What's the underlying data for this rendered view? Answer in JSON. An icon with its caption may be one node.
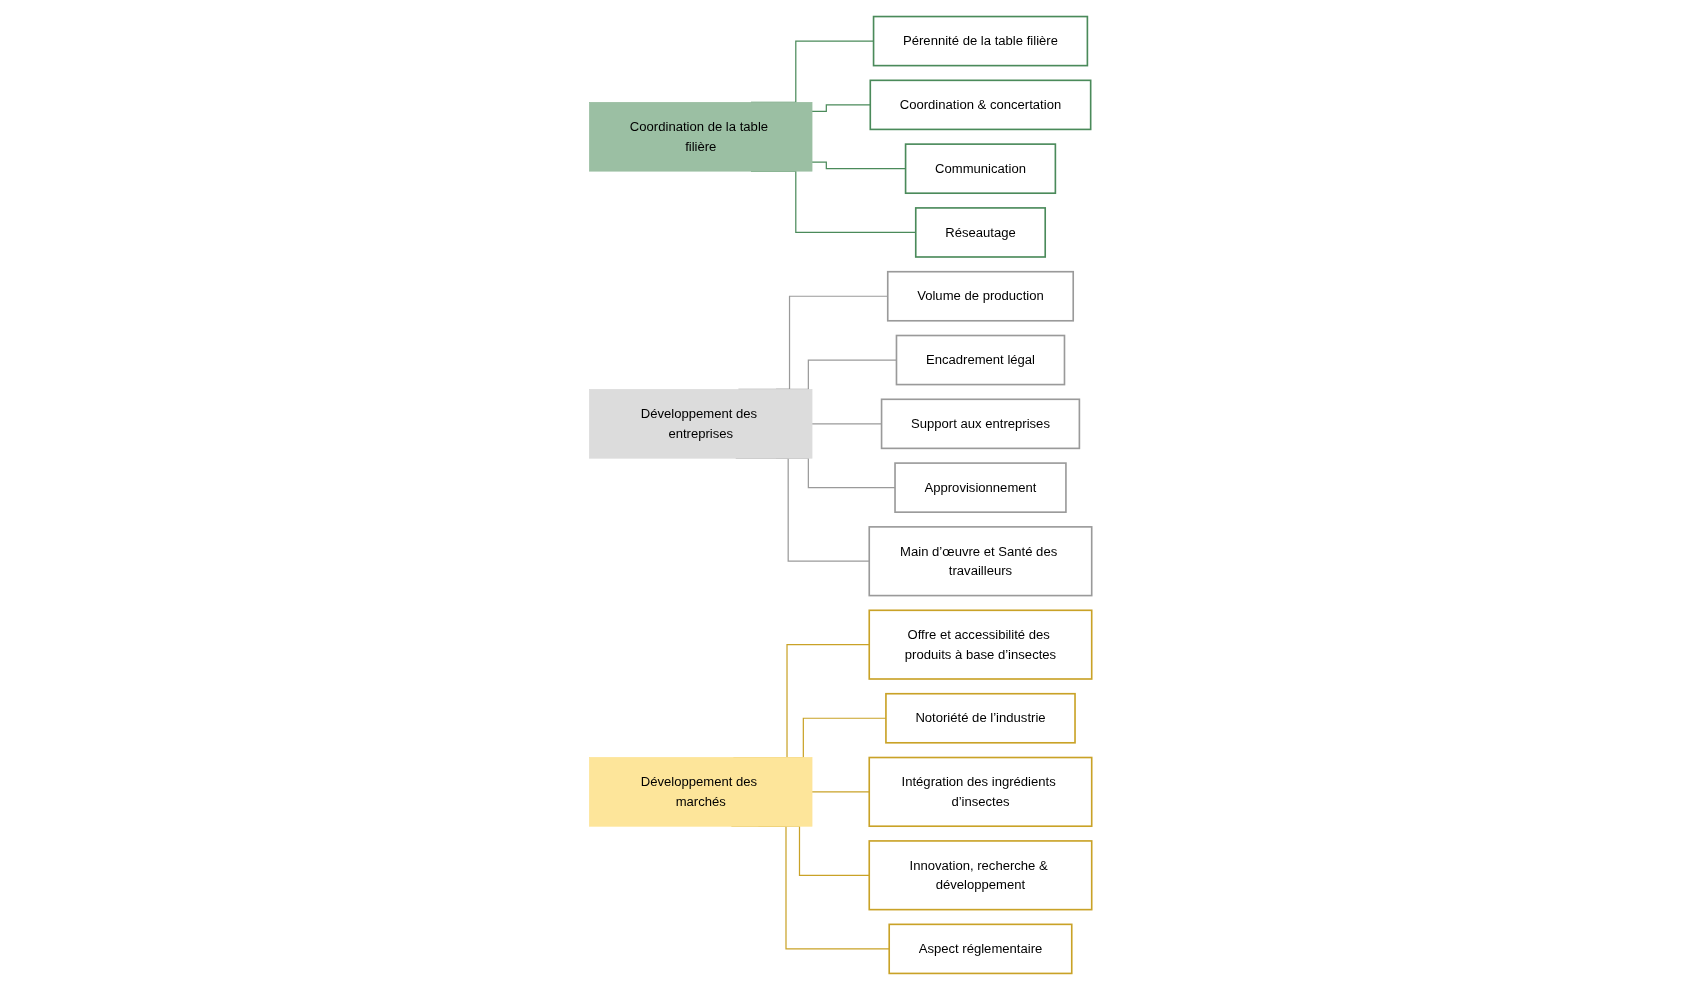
{
  "diagram": {
    "nodes": [
      {
        "text": [
          "Coordination de la table filière"
        ]
      },
      {
        "text": [
          "Pérennité de la table filière"
        ]
      },
      {
        "text": [
          "Coordination & concertation"
        ]
      },
      {
        "text": [
          "Communication"
        ]
      },
      {
        "text": [
          "Réseautage"
        ]
      },
      {
        "text": [
          "Développement des entreprises"
        ]
      },
      {
        "text": [
          "Volume de production"
        ]
      },
      {
        "text": [
          "Encadrement légal"
        ]
      },
      {
        "text": [
          "Support aux entreprises"
        ]
      },
      {
        "text": [
          "Approvisionnement"
        ]
      },
      {
        "text": [
          "Main d’œuvre et Santé des travailleurs"
        ]
      },
      {
        "text": [
          "Développement des marchés"
        ]
      },
      {
        "text": [
          "Offre et accessibilité des produits à base d’insectes"
        ]
      },
      {
        "text": [
          "Notoriété de l’industrie"
        ]
      },
      {
        "text": [
          "Intégration des ingrédients d’insectes"
        ]
      },
      {
        "text": [
          "Innovation, recherche & développement"
        ]
      },
      {
        "text": [
          "Aspect réglementaire"
        ]
      }
    ],
    "edges": [
      {
        "from": 0,
        "to": 1,
        "arrow": "none",
        "color": "#4a8a5a"
      },
      {
        "from": 0,
        "to": 2,
        "arrow": "none",
        "color": "#4a8a5a"
      },
      {
        "from": 0,
        "to": 3,
        "arrow": "none",
        "color": "#4a8a5a"
      },
      {
        "from": 0,
        "to": 4,
        "arrow": "none",
        "color": "#4a8a5a"
      },
      {
        "from": 5,
        "to": 6,
        "arrow": "none",
        "color": "#9a9a9a"
      },
      {
        "from": 5,
        "to": 7,
        "arrow": "none",
        "color": "#9a9a9a"
      },
      {
        "from": 5,
        "to": 8,
        "arrow": "none",
        "color": "#9a9a9a"
      },
      {
        "from": 5,
        "to": 9,
        "arrow": "none",
        "color": "#9a9a9a"
      },
      {
        "from": 5,
        "to": 10,
        "arrow": "none",
        "color": "#9a9a9a"
      },
      {
        "from": 11,
        "to": 12,
        "arrow": "none",
        "color": "#c9a227"
      },
      {
        "from": 11,
        "to": 13,
        "arrow": "none",
        "color": "#c9a227"
      },
      {
        "from": 11,
        "to": 14,
        "arrow": "none",
        "color": "#c9a227"
      },
      {
        "from": 11,
        "to": 15,
        "arrow": "none",
        "color": "#c9a227"
      },
      {
        "from": 11,
        "to": 16,
        "arrow": "none",
        "color": "#c9a227"
      }
    ]
  }
}
